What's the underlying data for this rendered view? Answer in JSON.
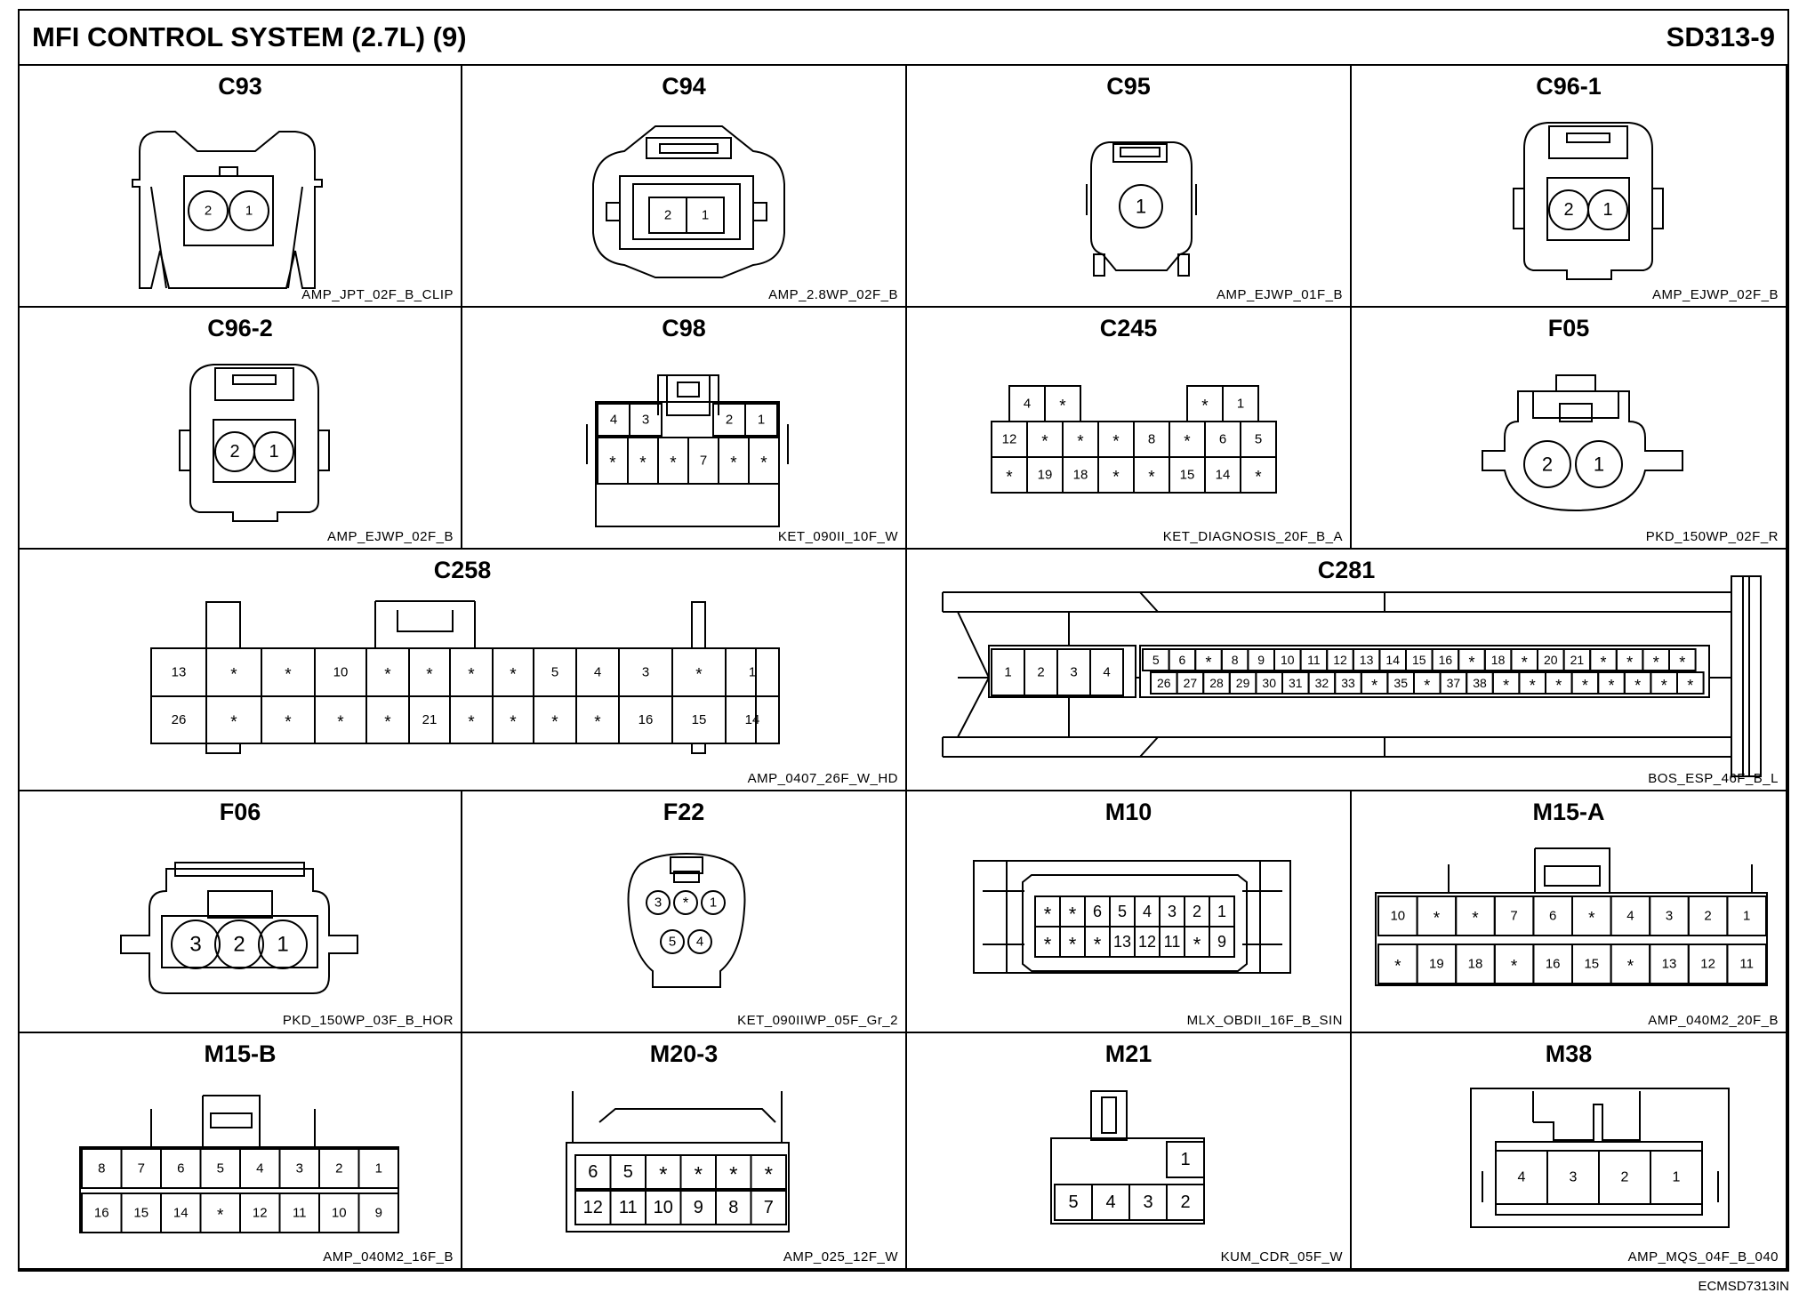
{
  "header": {
    "title": "MFI CONTROL SYSTEM (2.7L) (9)",
    "code": "SD313-9"
  },
  "footer": {
    "ref": "ECMSD7313IN"
  },
  "connectors": [
    {
      "name": "C93",
      "type": "AMP_JPT_02F_B_CLIP"
    },
    {
      "name": "C94",
      "type": "AMP_2.8WP_02F_B"
    },
    {
      "name": "C95",
      "type": "AMP_EJWP_01F_B"
    },
    {
      "name": "C96-1",
      "type": "AMP_EJWP_02F_B"
    },
    {
      "name": "C96-2",
      "type": "AMP_EJWP_02F_B"
    },
    {
      "name": "C98",
      "type": "KET_090II_10F_W"
    },
    {
      "name": "C245",
      "type": "KET_DIAGNOSIS_20F_B_A"
    },
    {
      "name": "F05",
      "type": "PKD_150WP_02F_R"
    },
    {
      "name": "C258",
      "type": "AMP_0407_26F_W_HD"
    },
    {
      "name": "C281",
      "type": "BOS_ESP_46F_B_L"
    },
    {
      "name": "F06",
      "type": "PKD_150WP_03F_B_HOR"
    },
    {
      "name": "F22",
      "type": "KET_090IIWP_05F_Gr_2"
    },
    {
      "name": "M10",
      "type": "MLX_OBDII_16F_B_SIN"
    },
    {
      "name": "M15-A",
      "type": "AMP_040M2_20F_B"
    },
    {
      "name": "M15-B",
      "type": "AMP_040M2_16F_B"
    },
    {
      "name": "M20-3",
      "type": "AMP_025_12F_W"
    },
    {
      "name": "M21",
      "type": "KUM_CDR_05F_W"
    },
    {
      "name": "M38",
      "type": "AMP_MQS_04F_B_040"
    }
  ],
  "pins": {
    "C93": [
      "2",
      "1"
    ],
    "C94": [
      "2",
      "1"
    ],
    "C95": [
      "1"
    ],
    "C96-1": [
      "2",
      "1"
    ],
    "C96-2": [
      "2",
      "1"
    ],
    "C98": {
      "top": [
        "4",
        "3",
        "2",
        "1"
      ],
      "bottom": [
        "*",
        "*",
        "*",
        "7",
        "*",
        "*"
      ]
    },
    "C245": {
      "top": [
        "4",
        "*",
        "*",
        "1"
      ],
      "mid": [
        "12",
        "*",
        "*",
        "*",
        "8",
        "*",
        "6",
        "5"
      ],
      "bottom": [
        "*",
        "19",
        "18",
        "*",
        "*",
        "15",
        "14",
        "*"
      ]
    },
    "F05": [
      "2",
      "1"
    ],
    "C258": {
      "top": [
        "13",
        "*",
        "*",
        "10",
        "*",
        "*",
        "*",
        "*",
        "5",
        "4",
        "3",
        "*",
        "1"
      ],
      "bottom": [
        "26",
        "*",
        "*",
        "*",
        "*",
        "21",
        "*",
        "*",
        "*",
        "*",
        "16",
        "15",
        "14"
      ]
    },
    "C281": {
      "left": [
        "1",
        "2",
        "3",
        "4"
      ],
      "top": [
        "5",
        "6",
        "*",
        "8",
        "9",
        "10",
        "11",
        "12",
        "13",
        "14",
        "15",
        "16",
        "*",
        "18",
        "*",
        "20",
        "21",
        "*",
        "*",
        "*",
        "*"
      ],
      "bottom": [
        "26",
        "27",
        "28",
        "29",
        "30",
        "31",
        "32",
        "33",
        "*",
        "35",
        "*",
        "37",
        "38",
        "*",
        "*",
        "*",
        "*",
        "*",
        "*",
        "*",
        "*"
      ]
    },
    "F06": [
      "3",
      "2",
      "1"
    ],
    "F22": {
      "top": [
        "3",
        "*",
        "1"
      ],
      "bottom": [
        "5",
        "4"
      ]
    },
    "M10": {
      "top": [
        "*",
        "*",
        "6",
        "5",
        "4",
        "3",
        "2",
        "1"
      ],
      "bottom": [
        "*",
        "*",
        "*",
        "13",
        "12",
        "11",
        "*",
        "9"
      ]
    },
    "M15-A": {
      "top": [
        "10",
        "*",
        "*",
        "7",
        "6",
        "*",
        "4",
        "3",
        "2",
        "1"
      ],
      "bottom": [
        "*",
        "19",
        "18",
        "*",
        "16",
        "15",
        "*",
        "13",
        "12",
        "11"
      ]
    },
    "M15-B": {
      "top": [
        "8",
        "7",
        "6",
        "5",
        "4",
        "3",
        "2",
        "1"
      ],
      "bottom": [
        "16",
        "15",
        "14",
        "*",
        "12",
        "11",
        "10",
        "9"
      ]
    },
    "M20-3": {
      "top": [
        "6",
        "5",
        "*",
        "*",
        "*",
        "*"
      ],
      "bottom": [
        "12",
        "11",
        "10",
        "9",
        "8",
        "7"
      ]
    },
    "M21": {
      "top": [
        "1"
      ],
      "bottom": [
        "5",
        "4",
        "3",
        "2"
      ]
    },
    "M38": [
      "4",
      "3",
      "2",
      "1"
    ]
  }
}
